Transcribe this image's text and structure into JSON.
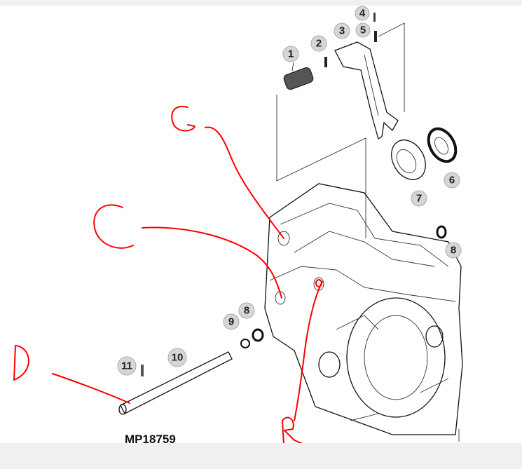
{
  "diagram": {
    "caption": "MP18759",
    "callouts": [
      "1",
      "2",
      "3",
      "4",
      "5",
      "6",
      "7",
      "8",
      "8",
      "9",
      "10",
      "11"
    ],
    "handwritten_annotations": [
      "G",
      "C",
      "D",
      "R"
    ],
    "annotation_color": "#ff0000"
  }
}
